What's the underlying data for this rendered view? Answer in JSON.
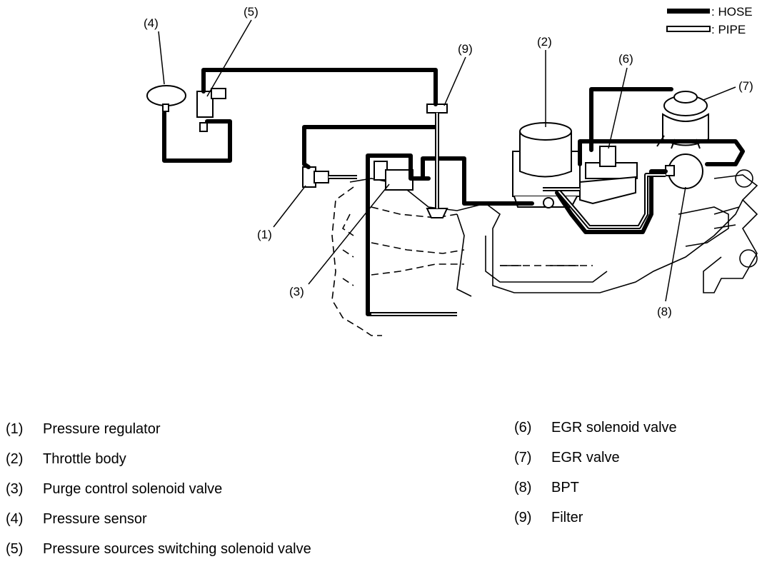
{
  "legend": {
    "hose_label": ": HOSE",
    "pipe_label": ": PIPE"
  },
  "callouts": {
    "c1": "(1)",
    "c2": "(2)",
    "c3": "(3)",
    "c4": "(4)",
    "c5": "(5)",
    "c6": "(6)",
    "c7": "(7)",
    "c8": "(8)",
    "c9": "(9)"
  },
  "key_left": [
    {
      "num": "(1)",
      "label": "Pressure regulator"
    },
    {
      "num": "(2)",
      "label": "Throttle body"
    },
    {
      "num": "(3)",
      "label": "Purge control solenoid valve"
    },
    {
      "num": "(4)",
      "label": "Pressure sensor"
    },
    {
      "num": "(5)",
      "label": "Pressure sources switching solenoid valve"
    }
  ],
  "key_right": [
    {
      "num": "(6)",
      "label": "EGR solenoid valve"
    },
    {
      "num": "(7)",
      "label": "EGR valve"
    },
    {
      "num": "(8)",
      "label": "BPT"
    },
    {
      "num": "(9)",
      "label": "Filter"
    }
  ],
  "colors": {
    "ink": "#000000",
    "paper": "#ffffff"
  }
}
